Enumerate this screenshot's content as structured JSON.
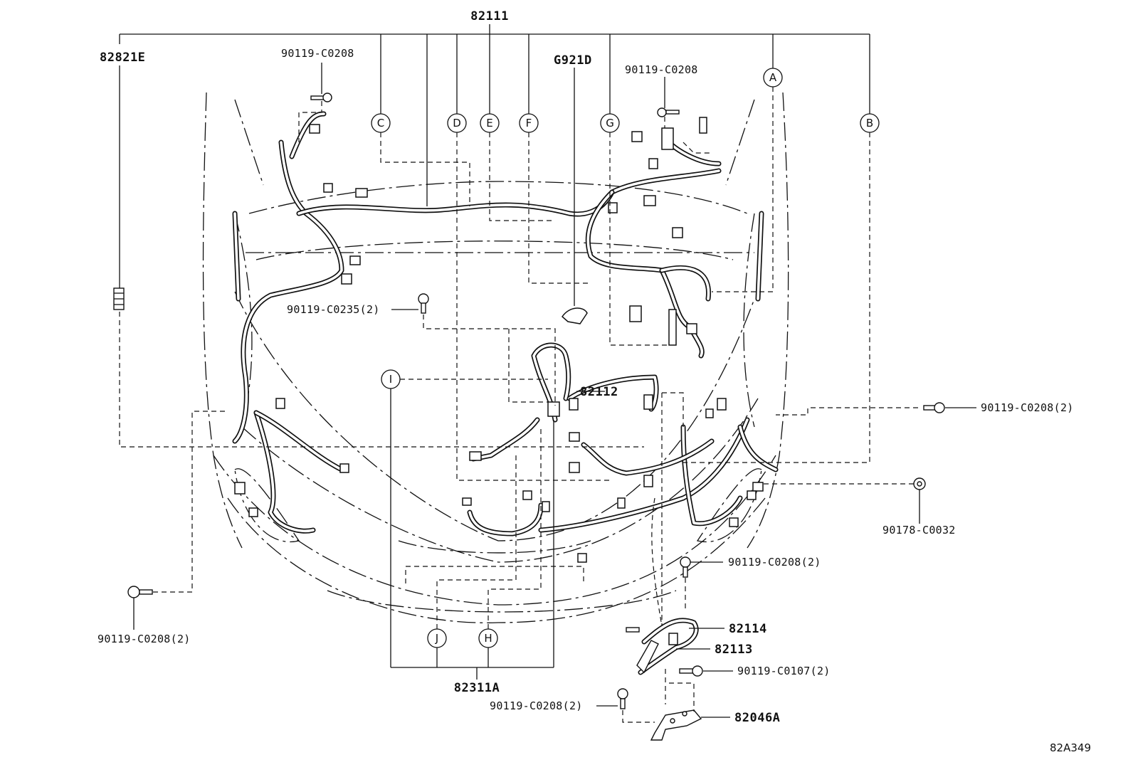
{
  "diagram": {
    "code": "82A349",
    "parts": {
      "p82111": "82111",
      "p82821E": "82821E",
      "pG921D": "G921D",
      "p82112": "82112",
      "p82311A": "82311A",
      "p82114": "82114",
      "p82113": "82113",
      "p82046A": "82046A",
      "bolt_tl": "90119-C0208",
      "bolt_tr": "90119-C0208",
      "bolt_c0235": "90119-C0235(2)",
      "bolt_right": "90119-C0208(2)",
      "clip_c0032": "90178-C0032",
      "bolt_bl": "90119-C0208(2)",
      "bolt_bracket_top": "90119-C0208(2)",
      "bolt_c0107": "90119-C0107(2)",
      "bolt_bracket_bot": "90119-C0208(2)"
    },
    "callouts": {
      "A": "A",
      "B": "B",
      "C": "C",
      "D": "D",
      "E": "E",
      "F": "F",
      "G": "G",
      "H": "H",
      "I": "I",
      "J": "J"
    }
  }
}
